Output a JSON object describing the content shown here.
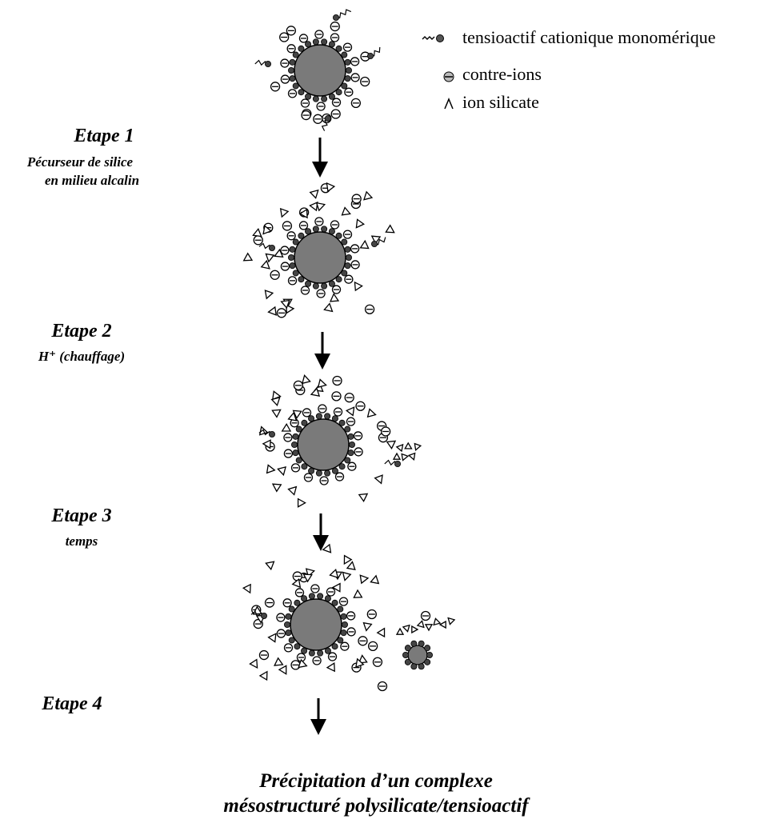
{
  "legend": {
    "surfactant": "tensioactif cationique monomérique",
    "counter_ions": "contre-ions",
    "silicate": "ion silicate"
  },
  "steps": [
    {
      "label": "Etape 1",
      "sub": [
        "Pécurseur de silice",
        "en milieu alcalin"
      ]
    },
    {
      "label": "Etape 2",
      "sub": [
        "H⁺ (chauffage)"
      ]
    },
    {
      "label": "Etape 3",
      "sub": [
        "temps"
      ]
    },
    {
      "label": "Etape 4",
      "sub": []
    }
  ],
  "result": {
    "line1": "Précipitation d’un complexe",
    "line2": "mésostructuré polysilicate/tensioactif"
  },
  "colors": {
    "micelle_fill": "#7a7a7a",
    "stroke": "#000000",
    "background": "#ffffff"
  }
}
